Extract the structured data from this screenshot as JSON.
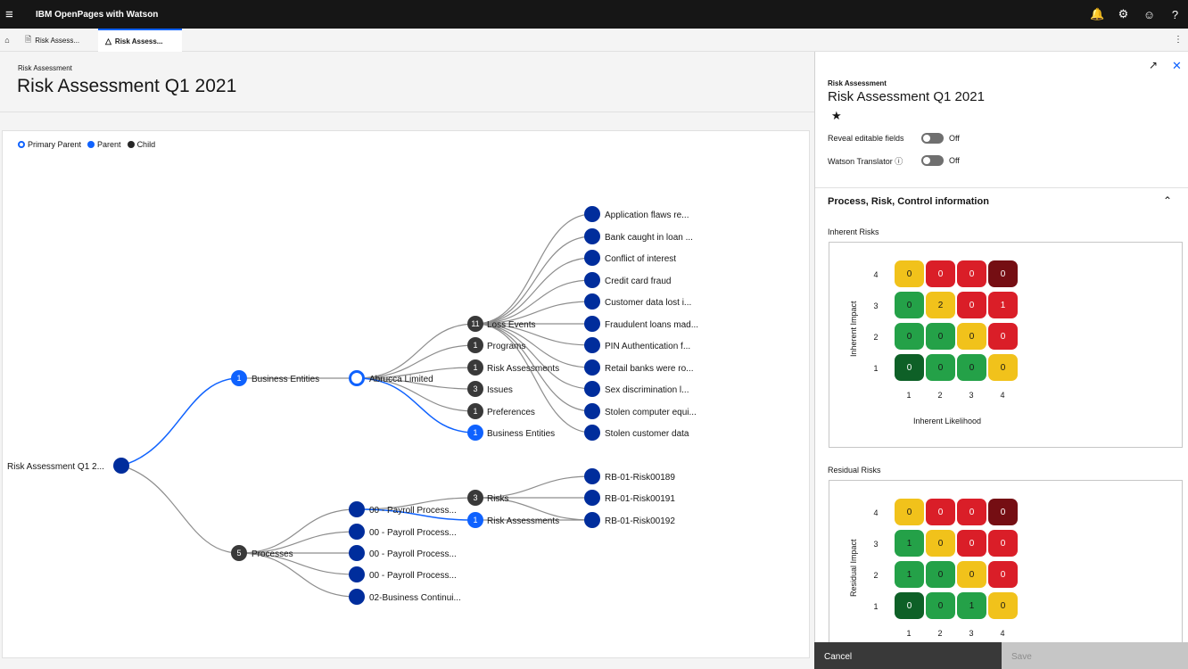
{
  "app": {
    "title": "IBM OpenPages with Watson"
  },
  "tabs": [
    {
      "label": "Risk Assess..."
    },
    {
      "label": "Risk Assess..."
    }
  ],
  "page": {
    "kicker": "Risk Assessment",
    "title": "Risk Assessment Q1 2021"
  },
  "legend": {
    "primary_parent": "Primary Parent",
    "parent": "Parent",
    "child": "Child"
  },
  "graph": {
    "root": "Risk Assessment Q1 2...",
    "business_entities": {
      "count": "1",
      "label": "Business Entities"
    },
    "abrucca": "Abrucca Limited",
    "children": [
      {
        "count": "11",
        "label": "Loss Events"
      },
      {
        "count": "1",
        "label": "Programs"
      },
      {
        "count": "1",
        "label": "Risk Assessments"
      },
      {
        "count": "3",
        "label": "Issues"
      },
      {
        "count": "1",
        "label": "Preferences"
      },
      {
        "count": "1",
        "label": "Business Entities"
      }
    ],
    "loss_events": [
      "Application flaws re...",
      "Bank caught in loan ...",
      "Conflict of interest",
      "Credit card fraud",
      "Customer data lost i...",
      "Fraudulent loans mad...",
      "PIN Authentication f...",
      "Retail banks were ro...",
      "Sex discrimination l...",
      "Stolen computer equi...",
      "Stolen customer data"
    ],
    "processes": {
      "count": "5",
      "label": "Processes"
    },
    "process_items": [
      "00 - Payroll Process...",
      "00 - Payroll Process...",
      "00 - Payroll Process...",
      "00 - Payroll Process...",
      "02-Business Continui..."
    ],
    "risks": {
      "count": "3",
      "label": "Risks"
    },
    "risk_assessments": {
      "count": "1",
      "label": "Risk Assessments"
    },
    "risk_items": [
      "RB-01-Risk00189",
      "RB-01-Risk00191",
      "RB-01-Risk00192"
    ]
  },
  "panel": {
    "kicker": "Risk Assessment",
    "title": "Risk Assessment Q1 2021",
    "reveal_label": "Reveal editable fields",
    "reveal_state": "Off",
    "watson_label": "Watson Translator",
    "watson_state": "Off",
    "section_title": "Process, Risk, Control information",
    "inherent": {
      "label": "Inherent Risks",
      "y_axis": "Inherent Impact",
      "x_axis": "Inherent Likelihood",
      "rows": [
        "4",
        "3",
        "2",
        "1"
      ],
      "cols": [
        "1",
        "2",
        "3",
        "4"
      ],
      "values": [
        [
          "0",
          "0",
          "0",
          "0"
        ],
        [
          "0",
          "2",
          "0",
          "1"
        ],
        [
          "0",
          "0",
          "0",
          "0"
        ],
        [
          "0",
          "0",
          "0",
          "0"
        ]
      ],
      "colors": [
        [
          "#fcd34d",
          "#da1e28",
          "#da1e28",
          "#750e13"
        ],
        [
          "#24a148",
          "#fcd34d",
          "#da1e28",
          "#da1e28"
        ],
        [
          "#24a148",
          "#24a148",
          "#fcd34d",
          "#da1e28"
        ],
        [
          "#0e6027",
          "#24a148",
          "#24a148",
          "#fcd34d"
        ]
      ]
    },
    "residual": {
      "label": "Residual Risks",
      "y_axis": "Residual Impact",
      "rows": [
        "4",
        "3",
        "2",
        "1"
      ],
      "cols": [
        "1",
        "2",
        "3",
        "4"
      ],
      "values": [
        [
          "0",
          "0",
          "0",
          "0"
        ],
        [
          "1",
          "0",
          "0",
          "0"
        ],
        [
          "1",
          "0",
          "0",
          "0"
        ],
        [
          "0",
          "0",
          "1",
          "0"
        ]
      ],
      "colors": [
        [
          "#fcd34d",
          "#da1e28",
          "#da1e28",
          "#750e13"
        ],
        [
          "#24a148",
          "#fcd34d",
          "#da1e28",
          "#da1e28"
        ],
        [
          "#24a148",
          "#24a148",
          "#fcd34d",
          "#da1e28"
        ],
        [
          "#0e6027",
          "#24a148",
          "#24a148",
          "#fcd34d"
        ]
      ]
    }
  },
  "footer": {
    "cancel": "Cancel",
    "save": "Save"
  },
  "colors": {
    "primary_parent": "#0f62fe",
    "parent": "#0f62fe",
    "node": "#002d9c",
    "child": "#393939"
  }
}
